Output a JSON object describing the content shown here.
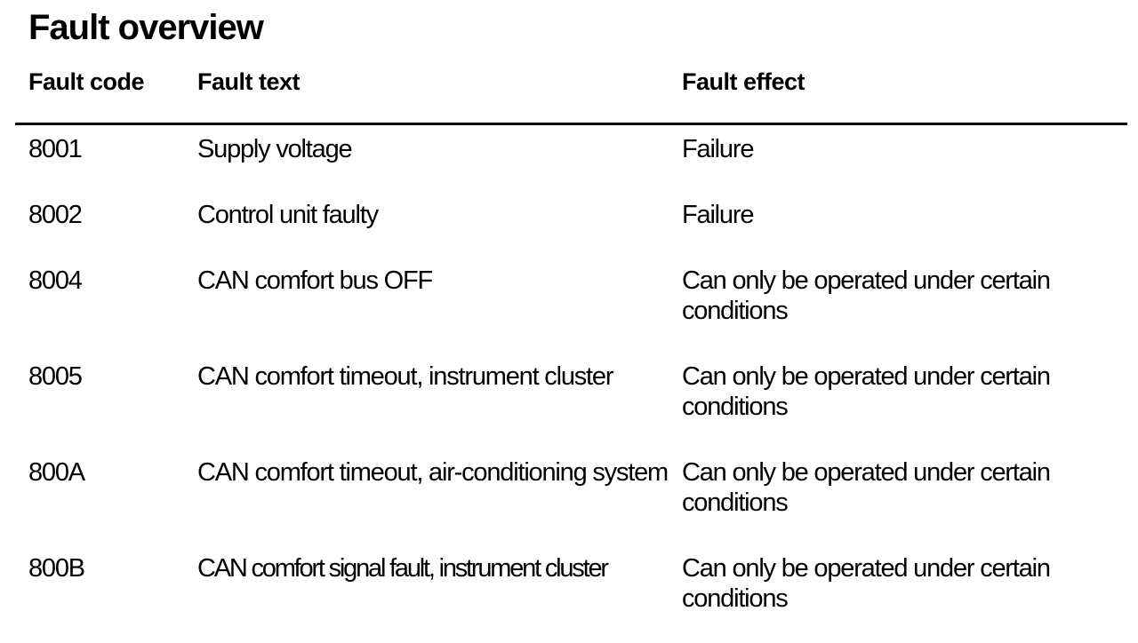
{
  "page": {
    "title": "Fault overview"
  },
  "table": {
    "headers": {
      "code": "Fault code",
      "text": "Fault text",
      "effect": "Fault effect"
    },
    "rows": [
      {
        "code": "8001",
        "text": "Supply voltage",
        "effect": "Failure"
      },
      {
        "code": "8002",
        "text": "Control unit faulty",
        "effect": "Failure"
      },
      {
        "code": "8004",
        "text": "CAN comfort bus OFF",
        "effect": "Can only be operated under certain conditions"
      },
      {
        "code": "8005",
        "text": "CAN comfort timeout, instrument cluster",
        "effect": "Can only be operated under certain conditions"
      },
      {
        "code": "800A",
        "text": "CAN comfort timeout, air-conditioning system",
        "effect": "Can only be operated under certain conditions"
      },
      {
        "code": "800B",
        "text": "CAN comfort signal fault, instrument cluster",
        "effect": "Can only be operated under certain conditions"
      }
    ]
  },
  "colors": {
    "text": "#000000",
    "background": "#ffffff",
    "rule": "#000000"
  }
}
